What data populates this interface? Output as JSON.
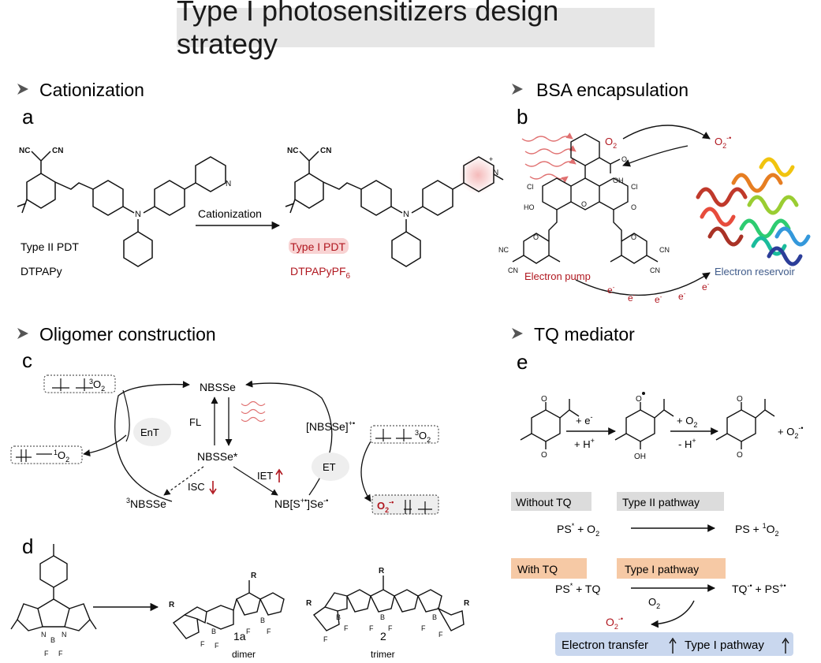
{
  "title": "Type I photosensitizers design strategy",
  "colors": {
    "accent_red": "#b0171f",
    "glow_red": "#f4b6b6",
    "reservoir_blue": "#3f5b8a",
    "grey_box": "#dcdcdc",
    "orange_box": "#f6c9a5",
    "blue_box": "#c9d7ee"
  },
  "sections": {
    "cation": {
      "heading": "Cationization",
      "letter": "a",
      "arrow_label": "Cationization",
      "left_label1": "Type II PDT",
      "left_label2": "DTPAPy",
      "right_label1": "Type I PDT",
      "right_label2_main": "DTPAPyPF",
      "right_label2_sub": "6"
    },
    "bsa": {
      "heading": "BSA encapsulation",
      "letter": "b",
      "o2": "O",
      "o2_sub": "2",
      "superoxide": "O",
      "superoxide_sub": "2",
      "superoxide_sup": "-•",
      "pump": "Electron pump",
      "reservoir": "Electron reservoir",
      "electron": "e",
      "electron_sup": "-"
    },
    "oligo": {
      "heading": "Oligomer construction",
      "letter": "c",
      "nbsse": "NBSSe",
      "nbsse_star": "NBSSe*",
      "triplet": "NBSSe",
      "triplet_sup": "3",
      "radical": "[NBSSe]",
      "radical_sup": "+•",
      "ct": "NB[S",
      "ct_sup": "+•",
      "ct_end": "]Se",
      "ct_end_sup": "-•",
      "fl": "FL",
      "isc": "ISC",
      "iet": "IET",
      "ent": "EnT",
      "et": "ET",
      "o2_triplet": "O",
      "o2_triplet_sub": "2",
      "o2_triplet_sup": "3",
      "o2_singlet": "O",
      "o2_singlet_sub": "2",
      "o2_singlet_sup": "1",
      "o2_radical": "O",
      "o2_radical_sub": "2",
      "o2_radical_sup": "-•"
    },
    "dimer": {
      "letter": "d",
      "label_1a": "1a",
      "label_dimer": "dimer",
      "label_2": "2",
      "label_trimer": "trimer"
    },
    "tq": {
      "heading": "TQ  mediator",
      "letter": "e",
      "step1_top": "+ e",
      "step1_top_sup": "-",
      "step1_bot": "+ H",
      "step1_bot_sup": "+",
      "step2_top": "+ O",
      "step2_top_sub": "2",
      "step2_bot": "- H",
      "step2_bot_sup": "+",
      "product": "+ O",
      "product_sub": "2",
      "product_sup": "-•",
      "without_tq": "Without TQ",
      "type2_pathway": "Type II pathway",
      "eq1_left": "PS",
      "eq1_left_sup": "*",
      "eq1_left_rest": " + O",
      "eq1_left_sub": "2",
      "eq1_right": "PS + ",
      "eq1_right_sup": "1",
      "eq1_right_rest": "O",
      "eq1_right_sub": "2",
      "with_tq": "With TQ",
      "type1_pathway": "Type I pathway",
      "eq2_left": "PS",
      "eq2_left_sup": "*",
      "eq2_left_rest": " + TQ",
      "eq2_arrow": "O",
      "eq2_arrow_sub": "2",
      "eq2_right": "TQ",
      "eq2_right_sup": "-•",
      "eq2_right_mid": " + PS",
      "eq2_right_sup2": "+•",
      "o2r": "O",
      "o2r_sub": "2",
      "o2r_sup": "-•",
      "result_left": "Electron transfer",
      "result_right": "Type I pathway"
    }
  }
}
